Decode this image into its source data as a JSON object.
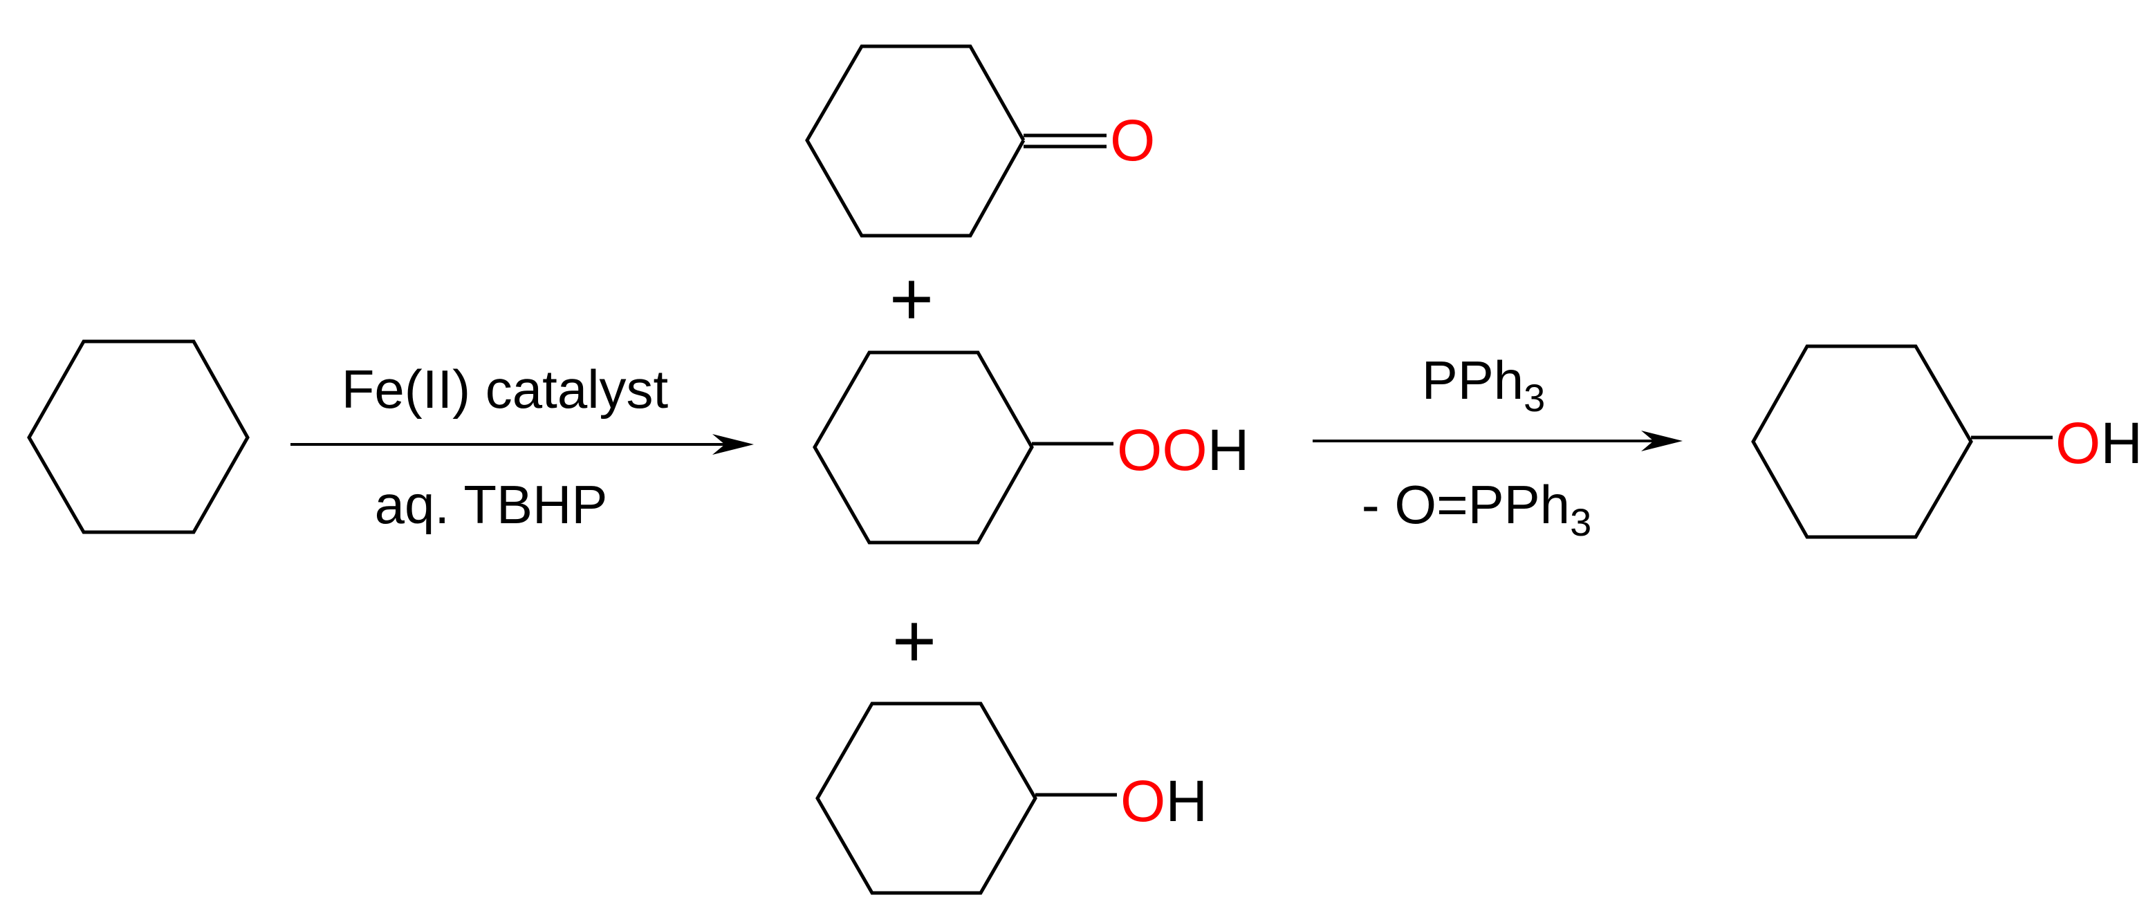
{
  "colors": {
    "bond": "#000000",
    "oxygen": "#ff0000",
    "text": "#000000",
    "background": "#ffffff"
  },
  "step1": {
    "reagent_above": "Fe(II) catalyst",
    "reagent_below": "aq. TBHP"
  },
  "step2": {
    "reagent_above": "PPh",
    "reagent_above_sub": "3",
    "reagent_below": "- O=PPh",
    "reagent_below_sub": "3"
  },
  "plus_sign": "+",
  "molecules": {
    "cyclohexanone": {
      "oxygen": "O"
    },
    "hydroperoxide": {
      "oxygen": "OO",
      "hydrogen": "H"
    },
    "cyclohexanol_middle": {
      "oxygen": "O",
      "hydrogen": "H"
    },
    "cyclohexanol_product": {
      "oxygen": "O",
      "hydrogen": "H"
    }
  }
}
